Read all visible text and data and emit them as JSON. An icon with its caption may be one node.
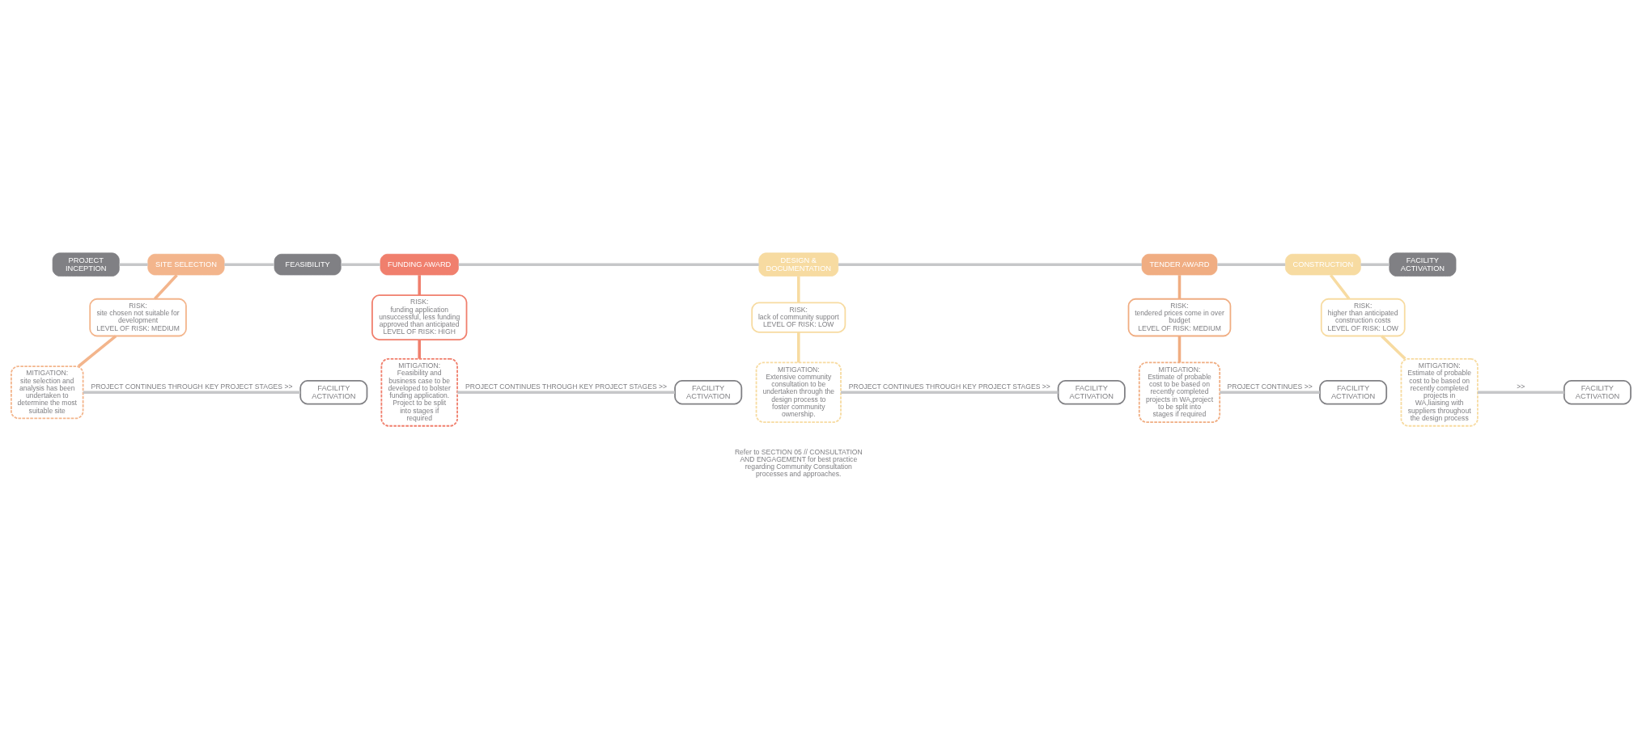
{
  "diagram": {
    "nodes": [
      {
        "text": [
          "PROJECT INCEPTION"
        ]
      },
      {
        "text": [
          "SITE SELECTION"
        ]
      },
      {
        "text": [
          "FEASIBILITY"
        ]
      },
      {
        "text": [
          "FUNDING AWARD"
        ]
      },
      {
        "text": [
          "DESIGN & DOCUMENTATION"
        ]
      },
      {
        "text": [
          "TENDER AWARD"
        ]
      },
      {
        "text": [
          "CONSTRUCTION"
        ]
      },
      {
        "text": [
          "FACILITY ACTIVATION"
        ]
      },
      {
        "text": [
          "RISK:",
          "site chosen not suitable for development",
          "LEVEL OF RISK: MEDIUM"
        ]
      },
      {
        "text": [
          "RISK:",
          "funding application unsuccessful, less funding approved than anticipated",
          "LEVEL OF RISK: HIGH"
        ]
      },
      {
        "text": [
          "RISK:",
          "lack of community support",
          "LEVEL OF RISK: LOW"
        ]
      },
      {
        "text": [
          "RISK:",
          "tendered prices come in over budget",
          "LEVEL OF RISK: MEDIUM"
        ]
      },
      {
        "text": [
          "RISK:",
          "higher than anticipated construction costs",
          "LEVEL OF RISK: LOW"
        ]
      },
      {
        "text": [
          "MITIGATION:",
          "site selection and analysis has been undertaken to determine the most suitable site"
        ]
      },
      {
        "text": [
          "MITIGATION:",
          "Feasibility and business case to be developed to bolster funding application. Project to be split into stages if required"
        ]
      },
      {
        "text": [
          "MITIGATION:",
          "Extensive community consultation to be undertaken through the design process to foster community ownership."
        ]
      },
      {
        "text": [
          "MITIGATION:",
          "Estimate of probable cost to be based on recently completed projects in WA,project to be split into stages if required"
        ]
      },
      {
        "text": [
          "MITIGATION:",
          "Estimate of probable cost to be based on recently completed projects in WA,liaising with suppliers throughout the design process"
        ]
      },
      {
        "text": [
          "FACILITY ACTIVATION"
        ]
      },
      {
        "text": [
          "FACILITY ACTIVATION"
        ]
      },
      {
        "text": [
          "FACILITY ACTIVATION"
        ]
      },
      {
        "text": [
          "FACILITY ACTIVATION"
        ]
      },
      {
        "text": [
          "FACILITY ACTIVATION"
        ]
      }
    ],
    "edges": [
      {
        "from": 0,
        "to": 1,
        "arrow": "none"
      },
      {
        "from": 1,
        "to": 2,
        "arrow": "none"
      },
      {
        "from": 2,
        "to": 3,
        "arrow": "none"
      },
      {
        "from": 3,
        "to": 4,
        "arrow": "none"
      },
      {
        "from": 4,
        "to": 5,
        "arrow": "none"
      },
      {
        "from": 5,
        "to": 6,
        "arrow": "none"
      },
      {
        "from": 6,
        "to": 7,
        "arrow": "none"
      },
      {
        "from": 1,
        "to": 8,
        "arrow": "none",
        "color": "#f3b58c"
      },
      {
        "from": 3,
        "to": 9,
        "arrow": "none",
        "color": "#f07f6d"
      },
      {
        "from": 4,
        "to": 10,
        "arrow": "none",
        "color": "#f7dba1"
      },
      {
        "from": 5,
        "to": 11,
        "arrow": "none",
        "color": "#f0ad82"
      },
      {
        "from": 6,
        "to": 12,
        "arrow": "none",
        "color": "#f7dba1"
      },
      {
        "from": 8,
        "to": 13,
        "arrow": "none",
        "color": "#f3b58c"
      },
      {
        "from": 9,
        "to": 14,
        "arrow": "none",
        "color": "#f07f6d"
      },
      {
        "from": 10,
        "to": 15,
        "arrow": "none",
        "color": "#f7dba1"
      },
      {
        "from": 11,
        "to": 16,
        "arrow": "none",
        "color": "#f0ad82"
      },
      {
        "from": 12,
        "to": 17,
        "arrow": "none",
        "color": "#f7dba1"
      },
      {
        "from": 17,
        "to": 18,
        "arrow": "none",
        "label": ">>"
      },
      {
        "from": 16,
        "to": 19,
        "arrow": "none",
        "label": "PROJECT CONTINUES >>"
      },
      {
        "from": 15,
        "to": 20,
        "arrow": "none",
        "label": "PROJECT CONTINUES THROUGH KEY PROJECT STAGES >>"
      },
      {
        "from": 14,
        "to": 21,
        "arrow": "none",
        "label": "PROJECT CONTINUES THROUGH KEY PROJECT STAGES >>"
      },
      {
        "from": 13,
        "to": 22,
        "arrow": "none",
        "label": "PROJECT CONTINUES THROUGH KEY PROJECT STAGES >>"
      }
    ],
    "labels": [
      "Refer to SECTION 05 // CONSULTATION AND ENGAGEMENT for best practice regarding Community Consultation processes and approaches."
    ]
  }
}
